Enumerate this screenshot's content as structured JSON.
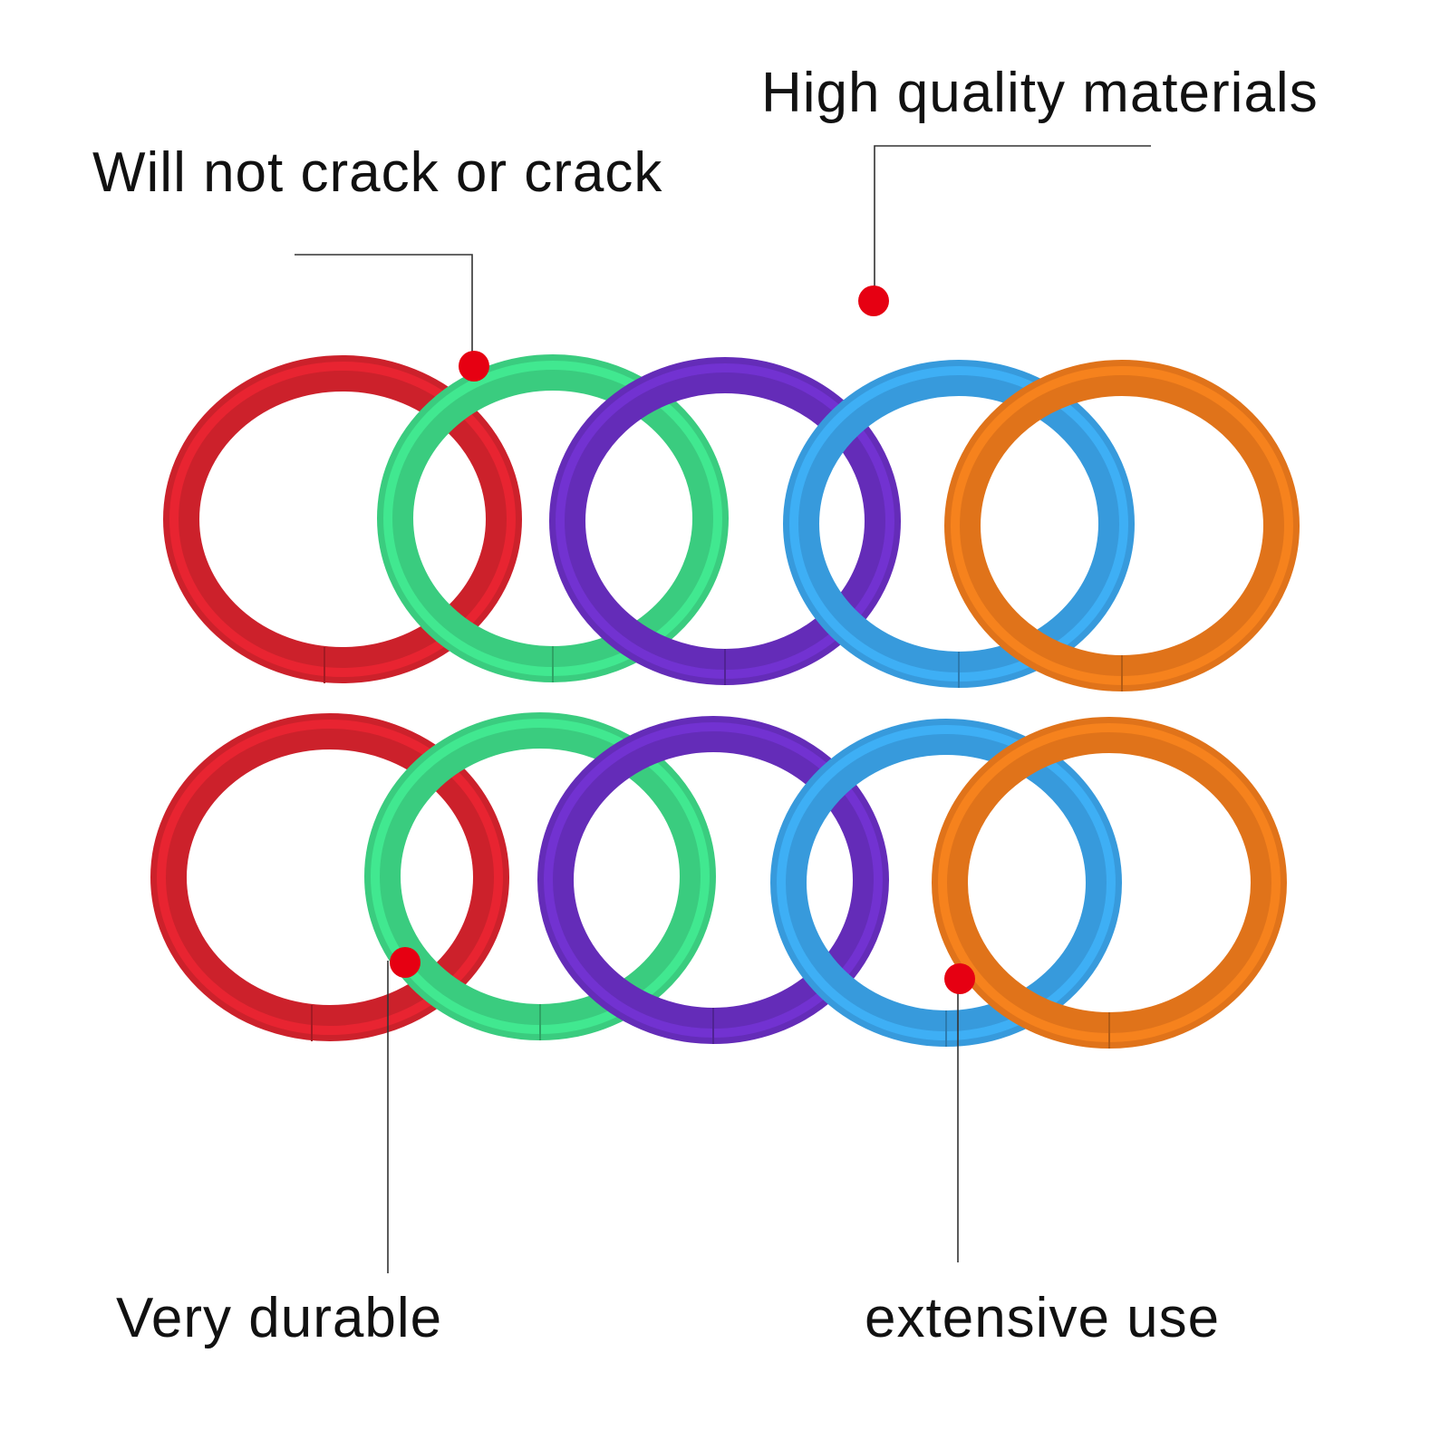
{
  "callouts": {
    "high_quality": "High quality materials",
    "no_crack": "Will not crack or crack",
    "durable": "Very durable",
    "extensive": "extensive use"
  },
  "rings": {
    "count_per_row": 5,
    "rows": 2,
    "colors": {
      "red": "#d9232e",
      "green": "#3ed987",
      "purple": "#6a2fc4",
      "blue": "#3aa4ea",
      "orange": "#ee7a1c"
    }
  },
  "marker_color": "#e60012",
  "leader_line_color": "#333333",
  "background": "#ffffff"
}
